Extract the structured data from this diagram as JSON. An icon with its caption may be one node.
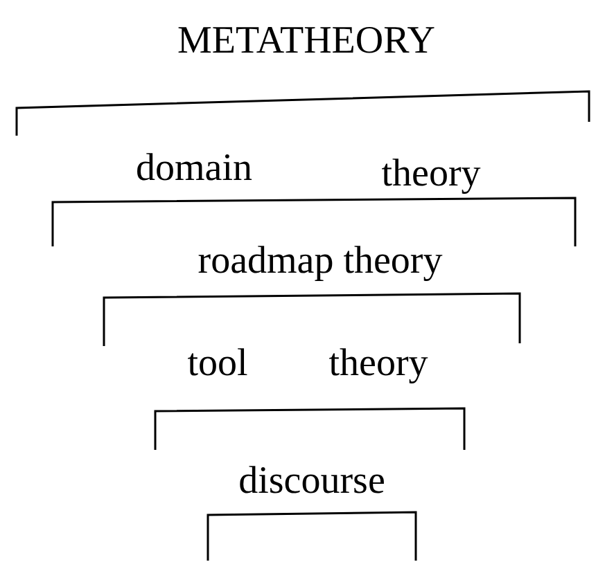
{
  "diagram": {
    "title": "METATHEORY",
    "labels": [
      "domain",
      "theory",
      "roadmap theory",
      "tool",
      "theory",
      "discourse"
    ]
  }
}
